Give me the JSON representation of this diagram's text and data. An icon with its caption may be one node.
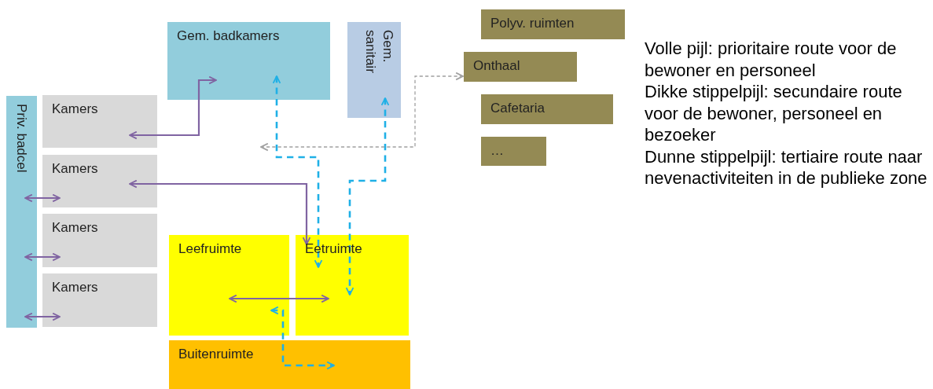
{
  "diagram": {
    "nodes": [
      {
        "text": [
          "Gem. badkamers"
        ]
      },
      {
        "text": [
          "Gem. sanitair"
        ]
      },
      {
        "text": [
          "Polyv. ruimten"
        ]
      },
      {
        "text": [
          "Onthaal"
        ]
      },
      {
        "text": [
          "Cafetaria"
        ]
      },
      {
        "text": [
          "…"
        ]
      },
      {
        "text": [
          "Priv. badcel"
        ]
      },
      {
        "text": [
          "Kamers"
        ]
      },
      {
        "text": [
          "Kamers"
        ]
      },
      {
        "text": [
          "Kamers"
        ]
      },
      {
        "text": [
          "Kamers"
        ]
      },
      {
        "text": [
          "Leefruimte"
        ]
      },
      {
        "text": [
          "Eetruimte"
        ]
      },
      {
        "text": [
          "Buitenruimte"
        ]
      }
    ],
    "edges": [
      {
        "from": 7,
        "to": 0,
        "arrow": "both"
      },
      {
        "from": 8,
        "to": 12,
        "arrow": "both"
      },
      {
        "from": 11,
        "to": 12,
        "arrow": "both"
      },
      {
        "from": 6,
        "to": 8,
        "arrow": "both"
      },
      {
        "from": 6,
        "to": 9,
        "arrow": "both"
      },
      {
        "from": 6,
        "to": 10,
        "arrow": "both"
      },
      {
        "from": 0,
        "to": 12,
        "arrow": "both",
        "style": "dashed",
        "color": "#1fb0e6"
      },
      {
        "from": 1,
        "to": 12,
        "arrow": "both",
        "style": "dashed",
        "color": "#1fb0e6"
      },
      {
        "from": 11,
        "to": 13,
        "arrow": "both",
        "style": "dashed",
        "color": "#1fb0e6"
      },
      {
        "from": 3,
        "to": null,
        "arrow": "both",
        "style": "dashed",
        "color": "#a0a0a0"
      }
    ],
    "labels": [
      "Volle pijl: prioritaire route voor de bewoner en personeel",
      "Dikke stippelpijl: secundaire route voor de bewoner, personeel en bezoeker",
      "Dunne stippelpijl: tertiaire route naar nevenactiviteiten in de publieke zone"
    ]
  }
}
